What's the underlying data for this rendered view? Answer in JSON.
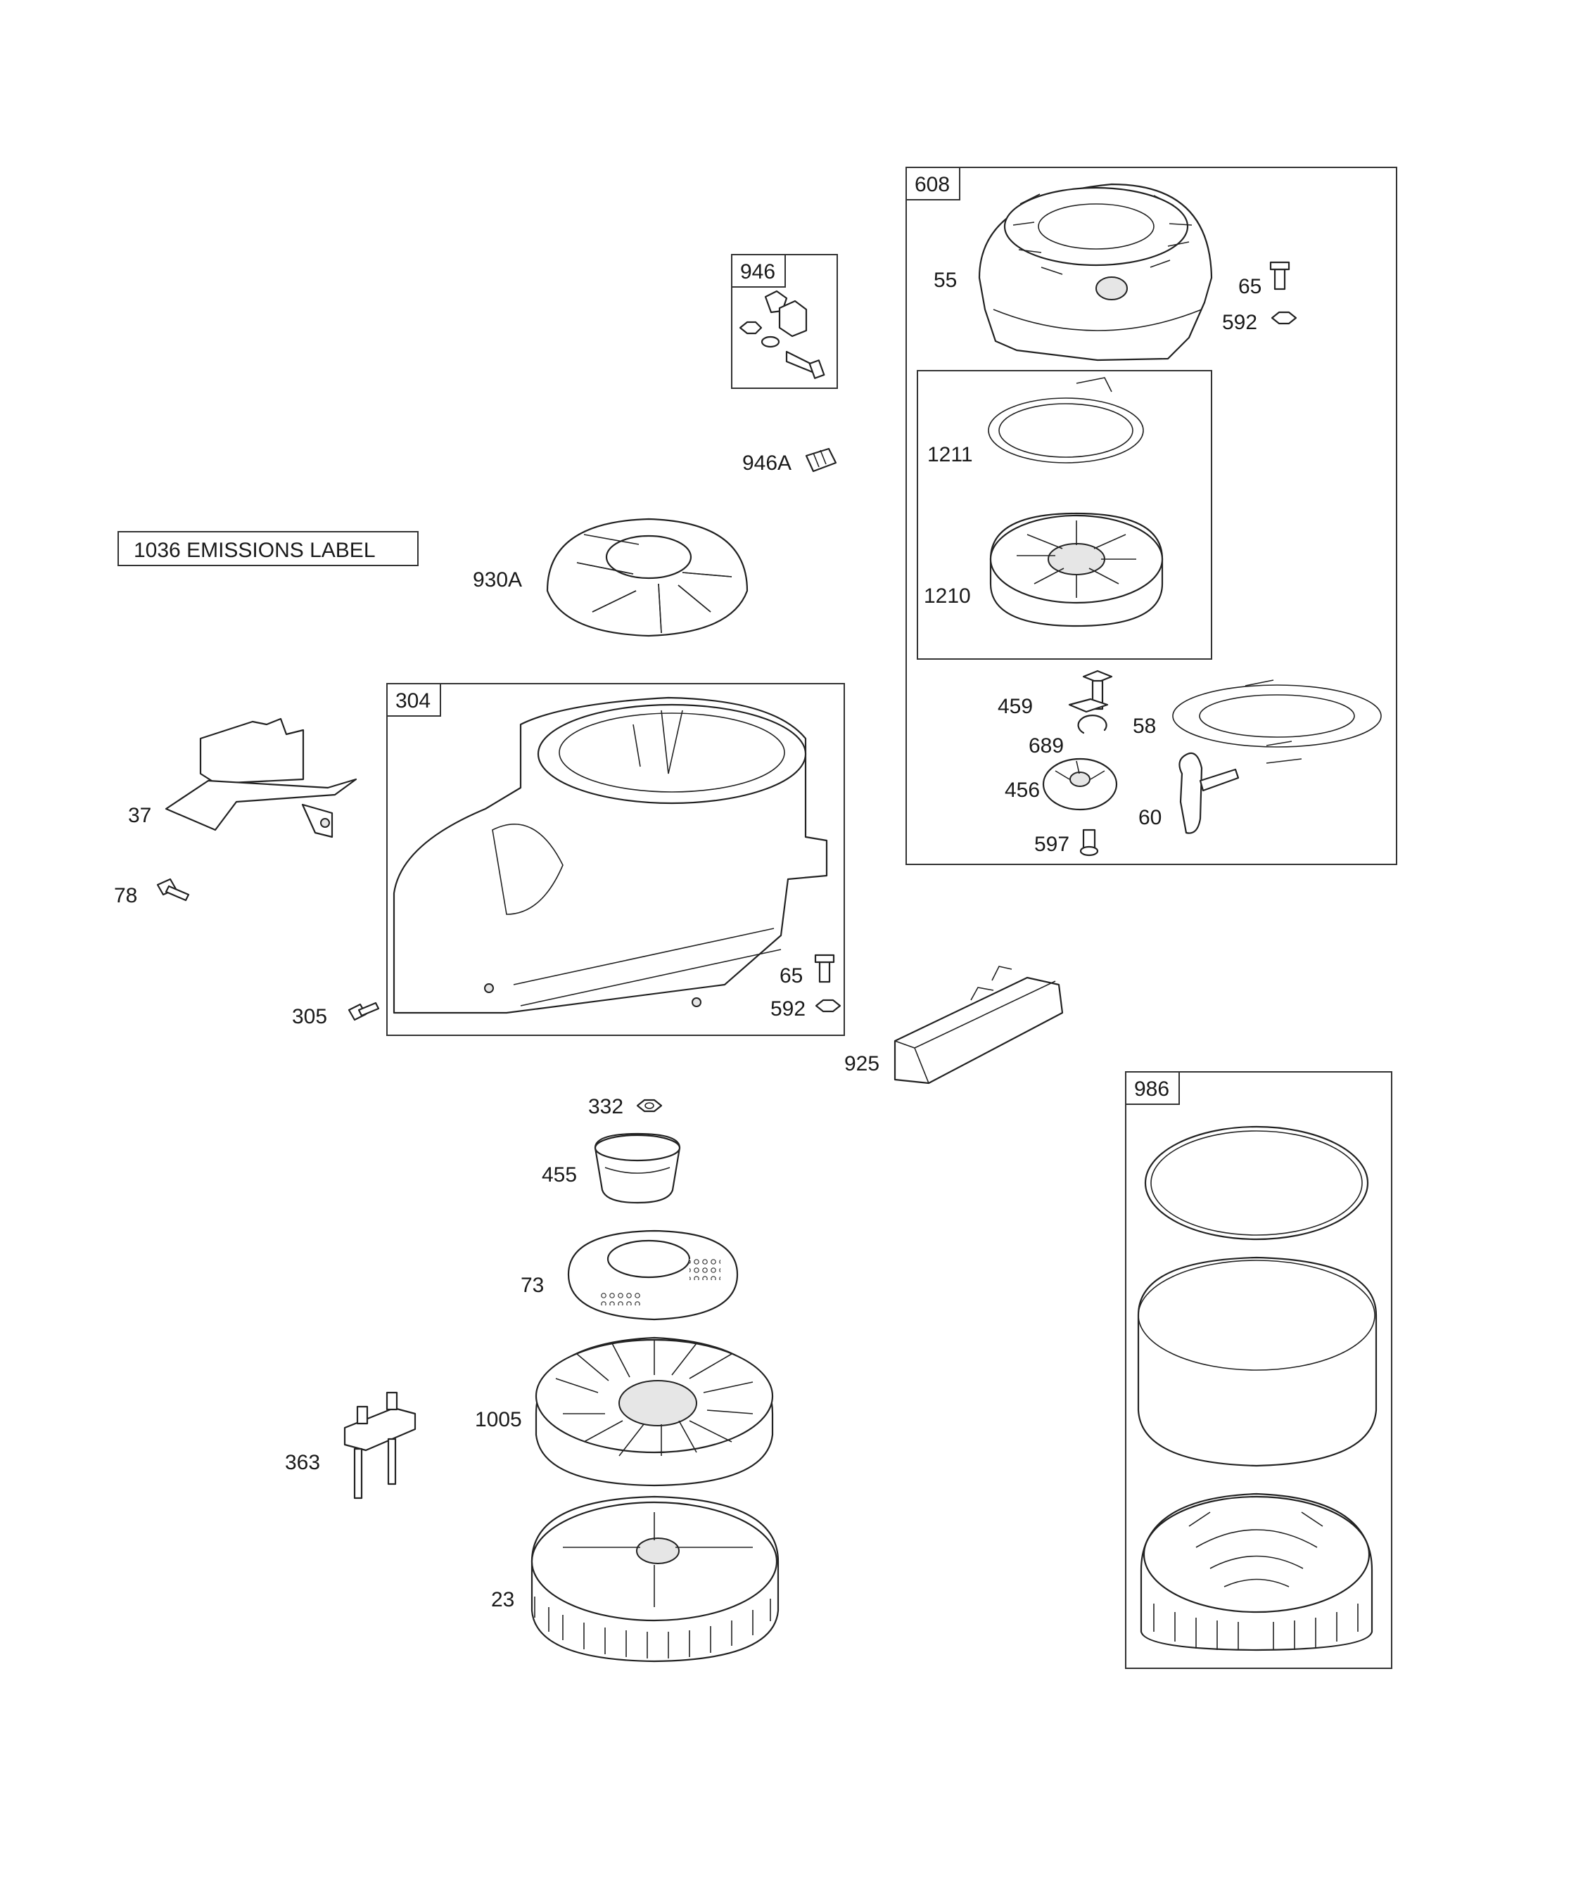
{
  "diagram": {
    "emissions_label": "1036 EMISSIONS LABEL",
    "group_tags": {
      "g946": "946",
      "g608": "608",
      "g304": "304",
      "g986": "986"
    },
    "callouts": {
      "c55": "55",
      "c65a": "65",
      "c592a": "592",
      "c1211": "1211",
      "c1210": "1210",
      "c459": "459",
      "c58": "58",
      "c689": "689",
      "c456": "456",
      "c60": "60",
      "c597": "597",
      "c946A": "946A",
      "c930A": "930A",
      "c37": "37",
      "c78": "78",
      "c305": "305",
      "c65b": "65",
      "c592b": "592",
      "c925": "925",
      "c332": "332",
      "c455": "455",
      "c73": "73",
      "c1005": "1005",
      "c363": "363",
      "c23": "23"
    }
  }
}
